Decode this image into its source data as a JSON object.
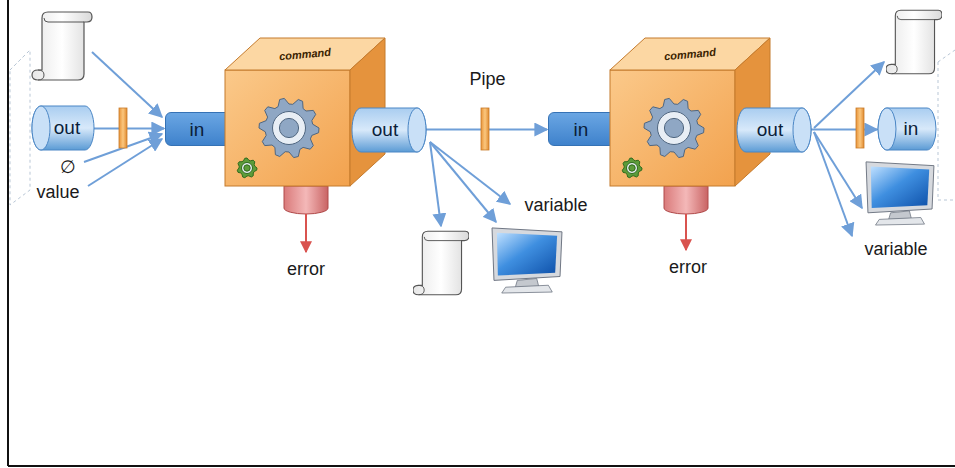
{
  "diagram": {
    "nodes": [
      {
        "text": [
          "out"
        ]
      },
      {
        "text": [
          "in"
        ]
      },
      {
        "text": [
          "command"
        ]
      },
      {
        "text": [
          "out"
        ]
      },
      {
        "text": [
          "in"
        ]
      },
      {
        "text": [
          "command"
        ]
      },
      {
        "text": [
          "out"
        ]
      },
      {
        "text": [
          "in"
        ]
      }
    ],
    "edges": [
      {
        "from": 0,
        "to": 1,
        "arrow": "to"
      },
      {
        "from": 3,
        "to": 4,
        "label": "Pipe",
        "arrow": "to"
      },
      {
        "from": 6,
        "to": 7,
        "arrow": "to"
      }
    ],
    "labels": [
      "∅",
      "value",
      "variable",
      "error",
      "error",
      "variable"
    ]
  }
}
